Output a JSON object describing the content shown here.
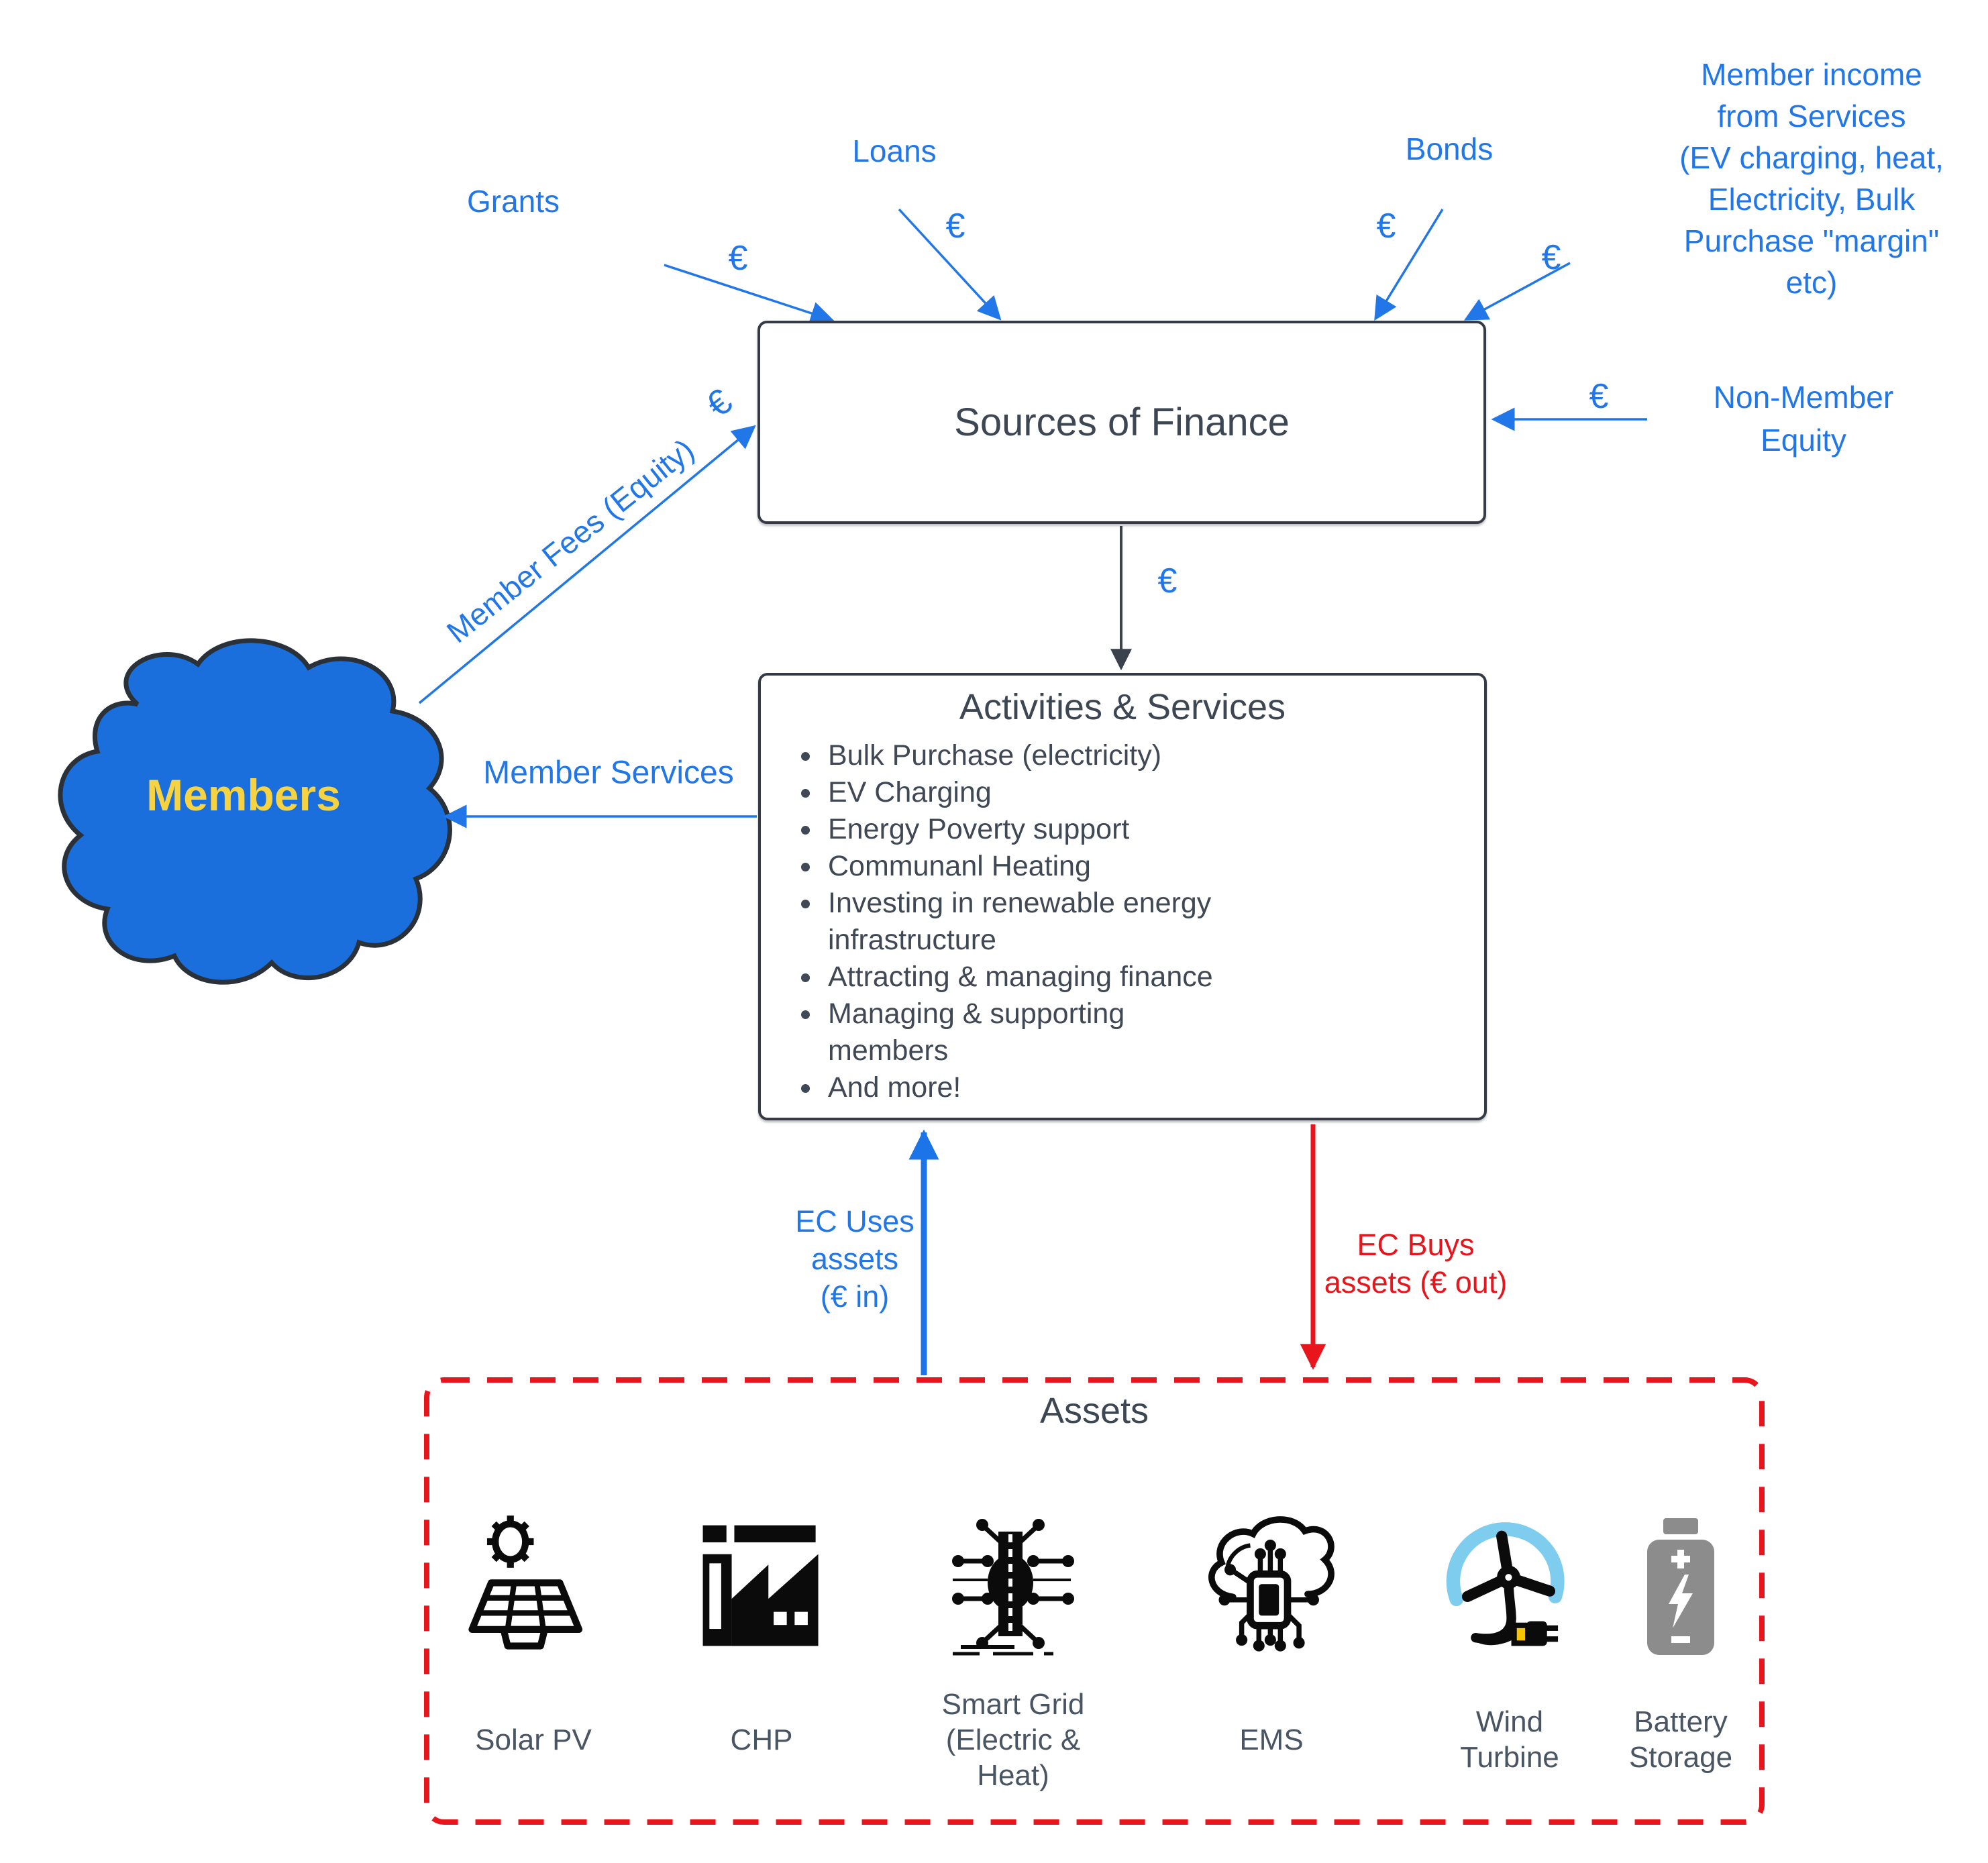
{
  "colors": {
    "accent_blue": "#2277E8",
    "dark_text": "#3D4653",
    "red": "#E8151C",
    "cloud_blue": "#1A6FDC",
    "members_yellow": "#F8D341",
    "icon_label_gray": "#4A5563",
    "turbine_arc_blue": "#7FCDEE",
    "battery_gray": "#8C8C8C"
  },
  "sources_box": {
    "title": "Sources of Finance"
  },
  "activities_box": {
    "title": "Activities & Services",
    "items": [
      "Bulk Purchase (electricity)",
      "EV Charging",
      "Energy Poverty support",
      "Communanl Heating",
      "Investing in renewable energy\ninfrastructure",
      "Attracting & managing finance",
      "Managing & supporting\nmembers",
      "And more!"
    ]
  },
  "members_cloud": {
    "label": "Members"
  },
  "flows": {
    "grants": {
      "label": "Grants",
      "euro": "€"
    },
    "loans": {
      "label": "Loans",
      "euro": "€"
    },
    "bonds": {
      "label": "Bonds",
      "euro": "€"
    },
    "member_income": {
      "lines": [
        "Member income",
        "from Services",
        "(EV charging, heat,",
        "Electricity, Bulk",
        "Purchase \"margin\"",
        "etc)"
      ],
      "euro": "€"
    },
    "non_member_equity": {
      "lines": [
        "Non-Member",
        "Equity"
      ],
      "euro": "€"
    },
    "member_fees": {
      "label": "Member Fees (Equity)",
      "euro": "€"
    },
    "finance_to_activities": {
      "euro": "€"
    },
    "member_services": {
      "label": "Member Services"
    },
    "ec_uses": {
      "lines": [
        "EC Uses",
        "assets",
        "(€ in)"
      ]
    },
    "ec_buys": {
      "lines": [
        "EC Buys",
        "assets (€ out)"
      ]
    }
  },
  "assets_box": {
    "title": "Assets",
    "items": [
      {
        "name": "solar-pv",
        "lines": [
          "Solar PV"
        ]
      },
      {
        "name": "chp",
        "lines": [
          "CHP"
        ]
      },
      {
        "name": "smart-grid",
        "lines": [
          "Smart Grid",
          "(Electric &",
          "Heat)"
        ]
      },
      {
        "name": "ems",
        "lines": [
          "EMS"
        ]
      },
      {
        "name": "wind-turbine",
        "lines": [
          "Wind",
          "Turbine"
        ]
      },
      {
        "name": "battery-storage",
        "lines": [
          "Battery",
          "Storage"
        ]
      }
    ]
  }
}
